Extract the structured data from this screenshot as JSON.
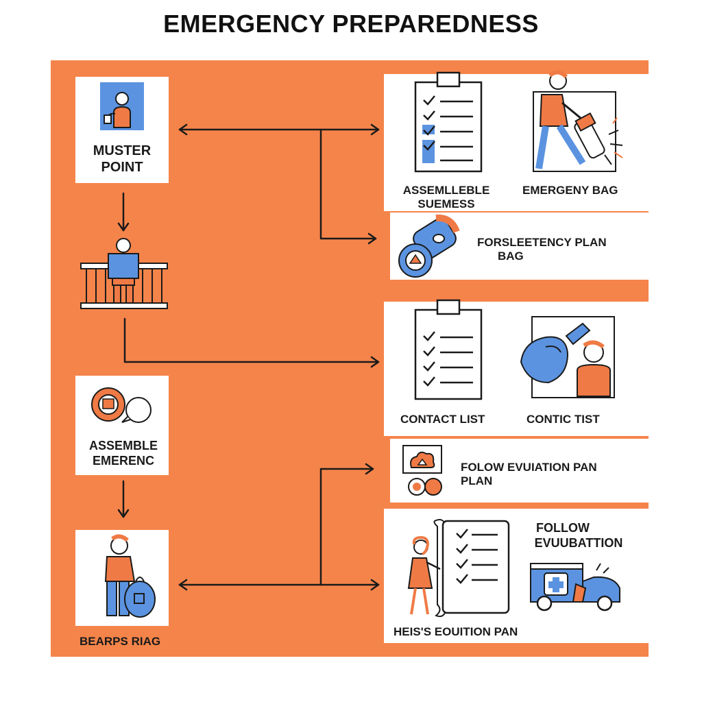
{
  "title": "EMERGENCY PREPAREDNESS",
  "colors": {
    "panel": "#f5844a",
    "accent_blue": "#5b93e0",
    "accent_orange": "#ef7a45",
    "line": "#1a1a1a"
  },
  "nodes": {
    "muster_point": {
      "line1": "MUSTER",
      "line2": "POINT",
      "icon": "person-at-sign-icon"
    },
    "shelter": {
      "icon": "person-at-gate-icon"
    },
    "assemble_emergenc": {
      "line1": "ASSEMBLE",
      "line2": "EMERENC",
      "icon": "kit-chat-icon"
    },
    "bearps_riag": {
      "label": "BEARPS RIAG",
      "icon": "person-with-bag-icon"
    },
    "assemble_supplies": {
      "line1": "ASSEMLLEBLE",
      "line2": "SUEMESS",
      "icon": "checklist-icon"
    },
    "emergency_bag": {
      "label": "EMERGENY BAG",
      "icon": "person-pushing-icon"
    },
    "forsleetency_plan": {
      "line1": "FORSLEETENCY PLAN",
      "line2": "BAG",
      "icon": "medical-kit-icon"
    },
    "contact_list": {
      "label": "CONTACT LIST",
      "icon": "checklist-icon"
    },
    "contic_tist": {
      "label": "CONTIC TIST",
      "icon": "person-calling-icon"
    },
    "folow_evuiation": {
      "line1": "FOLOW EVUIATION PAN",
      "line2": "PLAN",
      "icon": "map-tokens-icon"
    },
    "follow_evuubattion": {
      "line1": "FOLLOW",
      "line2": "EVUUBATTION",
      "icon": "ambulance-icon"
    },
    "heiss_eouition": {
      "label": "HEIS'S EOUITION PAN",
      "icon": "girl-with-scroll-icon"
    }
  }
}
